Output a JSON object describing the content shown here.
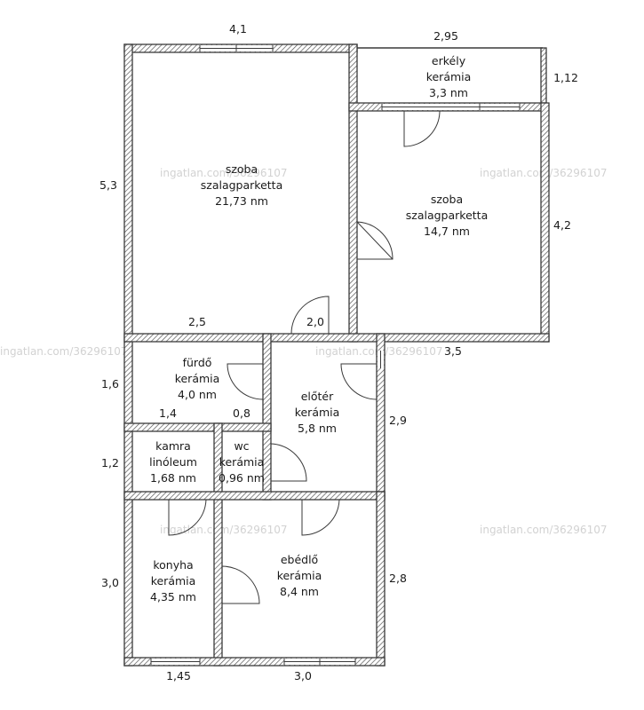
{
  "rooms": {
    "szoba_large": {
      "name": "szoba",
      "floor": "szalagparketta",
      "area": "21,73 nm"
    },
    "erkely": {
      "name": "erkély",
      "floor": "kerámia",
      "area": "3,3 nm"
    },
    "szoba_right": {
      "name": "szoba",
      "floor": "szalagparketta",
      "area": "14,7 nm"
    },
    "furdo": {
      "name": "fürdő",
      "floor": "kerámia",
      "area": "4,0 nm"
    },
    "eloter": {
      "name": "előtér",
      "floor": "kerámia",
      "area": "5,8 nm"
    },
    "kamra": {
      "name": "kamra",
      "floor": "linóleum",
      "area": "1,68 nm"
    },
    "wc": {
      "name": "wc",
      "floor": "kerámia",
      "area": "0,96 nm"
    },
    "konyha": {
      "name": "konyha",
      "floor": "kerámia",
      "area": "4,35 nm"
    },
    "ebedlo": {
      "name": "ebédlő",
      "floor": "kerámia",
      "area": "8,4 nm"
    }
  },
  "dimensions": {
    "top_left_width": "4,1",
    "top_right_width": "2,95",
    "balcony_depth": "1,12",
    "left_height": "5,3",
    "right_room_height": "4,2",
    "szoba_bottom_a": "2,5",
    "szoba_bottom_b": "2,0",
    "mid_right": "3,5",
    "bath_height": "1,6",
    "bath_width_a": "1,4",
    "bath_width_b": "0,8",
    "hall_height": "2,9",
    "pantry_height": "1,2",
    "kitchen_height": "3,0",
    "dining_height": "2,8",
    "bottom_a": "1,45",
    "bottom_b": "3,0"
  },
  "watermarks": {
    "w1": "ingatlan.com/36296107",
    "w2": "ingatlan.com/36296107",
    "w3": "ingatlan.com/36296107",
    "w4": "ingatlan.com/36296107",
    "w5": "ingatlan.com/36296107",
    "w6": "ingatlan.com/36296107"
  }
}
